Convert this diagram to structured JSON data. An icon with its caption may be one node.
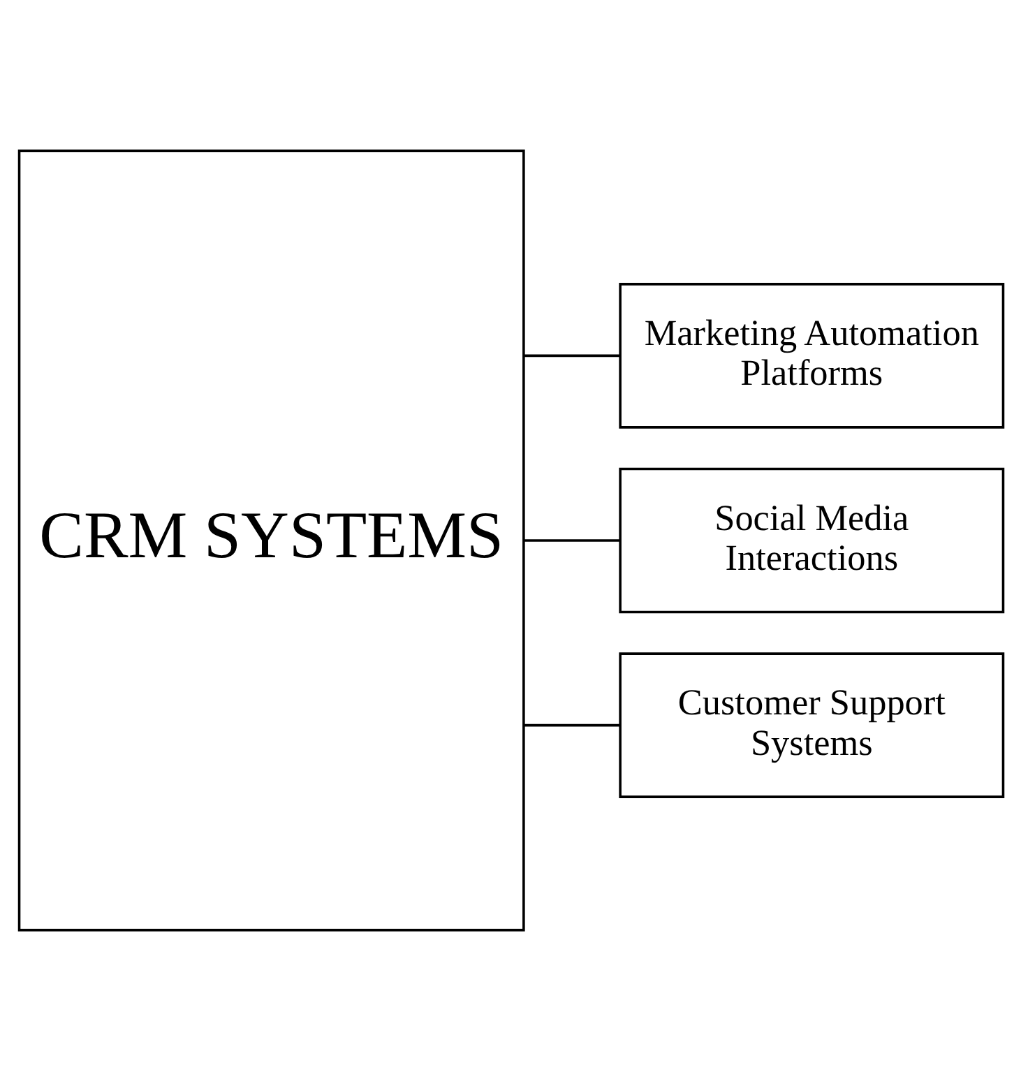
{
  "diagram": {
    "nodes": [
      {
        "text": [
          "CRM SYSTEMS"
        ]
      },
      {
        "text": [
          "Marketing Automation Platforms"
        ]
      },
      {
        "text": [
          "Social Media Interactions"
        ]
      },
      {
        "text": [
          "Customer Support Systems"
        ]
      }
    ],
    "edges": [
      {
        "from": 0,
        "to": 1,
        "arrow": "none"
      },
      {
        "from": 0,
        "to": 2,
        "arrow": "none"
      },
      {
        "from": 0,
        "to": 3,
        "arrow": "none"
      }
    ]
  }
}
